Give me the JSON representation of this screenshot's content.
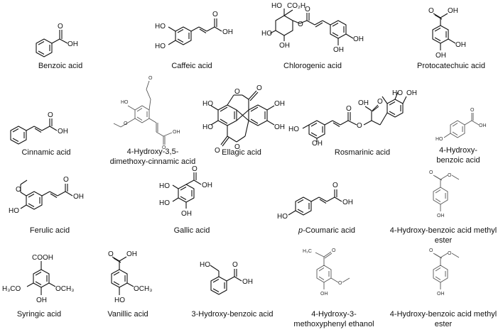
{
  "compounds": [
    {
      "name": "Benzoic acid",
      "atoms": [
        "OH"
      ]
    },
    {
      "name": "Caffeic acid",
      "atoms": [
        "HO",
        "HO",
        "OH",
        "O"
      ]
    },
    {
      "name": "Chlorogenic acid",
      "atoms": [
        "HO",
        "CO₂H",
        "HO",
        "OH",
        "O",
        "O",
        "OH",
        "OH"
      ]
    },
    {
      "name": "Protocatechuic acid",
      "atoms": [
        "OH",
        "O",
        "OH",
        "OH"
      ]
    },
    {
      "name": "Cinnamic acid",
      "atoms": [
        "OH",
        "O"
      ]
    },
    {
      "name": "4-Hydroxy-3,5-\ndimethoxy-cinnamic acid",
      "atoms": [
        "HO",
        "O",
        "O",
        "OH",
        "O"
      ]
    },
    {
      "name": "Ellagic acid",
      "atoms": [
        "HO",
        "HO",
        "OH",
        "OH",
        "O",
        "O",
        "O",
        "O"
      ]
    },
    {
      "name": "Rosmarinic acid",
      "atoms": [
        "HO",
        "OH",
        "O",
        "OH",
        "HO",
        "OH",
        "O",
        "O"
      ]
    },
    {
      "name": "4-Hydroxy-\nbenzoic acid",
      "atoms": [
        "HO",
        "OH",
        "O"
      ]
    },
    {
      "name": "Ferulic acid",
      "atoms": [
        "HO",
        "O",
        "OH",
        "O"
      ]
    },
    {
      "name": "Gallic acid",
      "atoms": [
        "HO",
        "HO",
        "OH",
        "OH",
        "O"
      ]
    },
    {
      "name_italic": "p",
      "name_rest": "-Coumaric acid",
      "atoms": [
        "HO",
        "OH",
        "O"
      ]
    },
    {
      "name": "4-Hydroxy-benzoic acid methyl\nester",
      "atoms": [
        "O",
        "O",
        "OH"
      ]
    },
    {
      "name": "Syringic acid",
      "atoms": [
        "COOH",
        "H₃CO",
        "OCH₃",
        "OH"
      ]
    },
    {
      "name": "Vanillic acid",
      "atoms": [
        "OH",
        "O",
        "OCH₃",
        "HO"
      ]
    },
    {
      "name": "3-Hydroxy-benzoic acid",
      "atoms": [
        "HO",
        "OH",
        "O"
      ]
    },
    {
      "name": "4-Hydroxy-3-\nmethoxyphenyl ethanol",
      "atoms": [
        "H₃C",
        "O",
        "O",
        "OH"
      ]
    },
    {
      "name": "4-Hydroxy-benzoic acid methyl\nester",
      "atoms": [
        "O",
        "O",
        "OH"
      ]
    }
  ]
}
